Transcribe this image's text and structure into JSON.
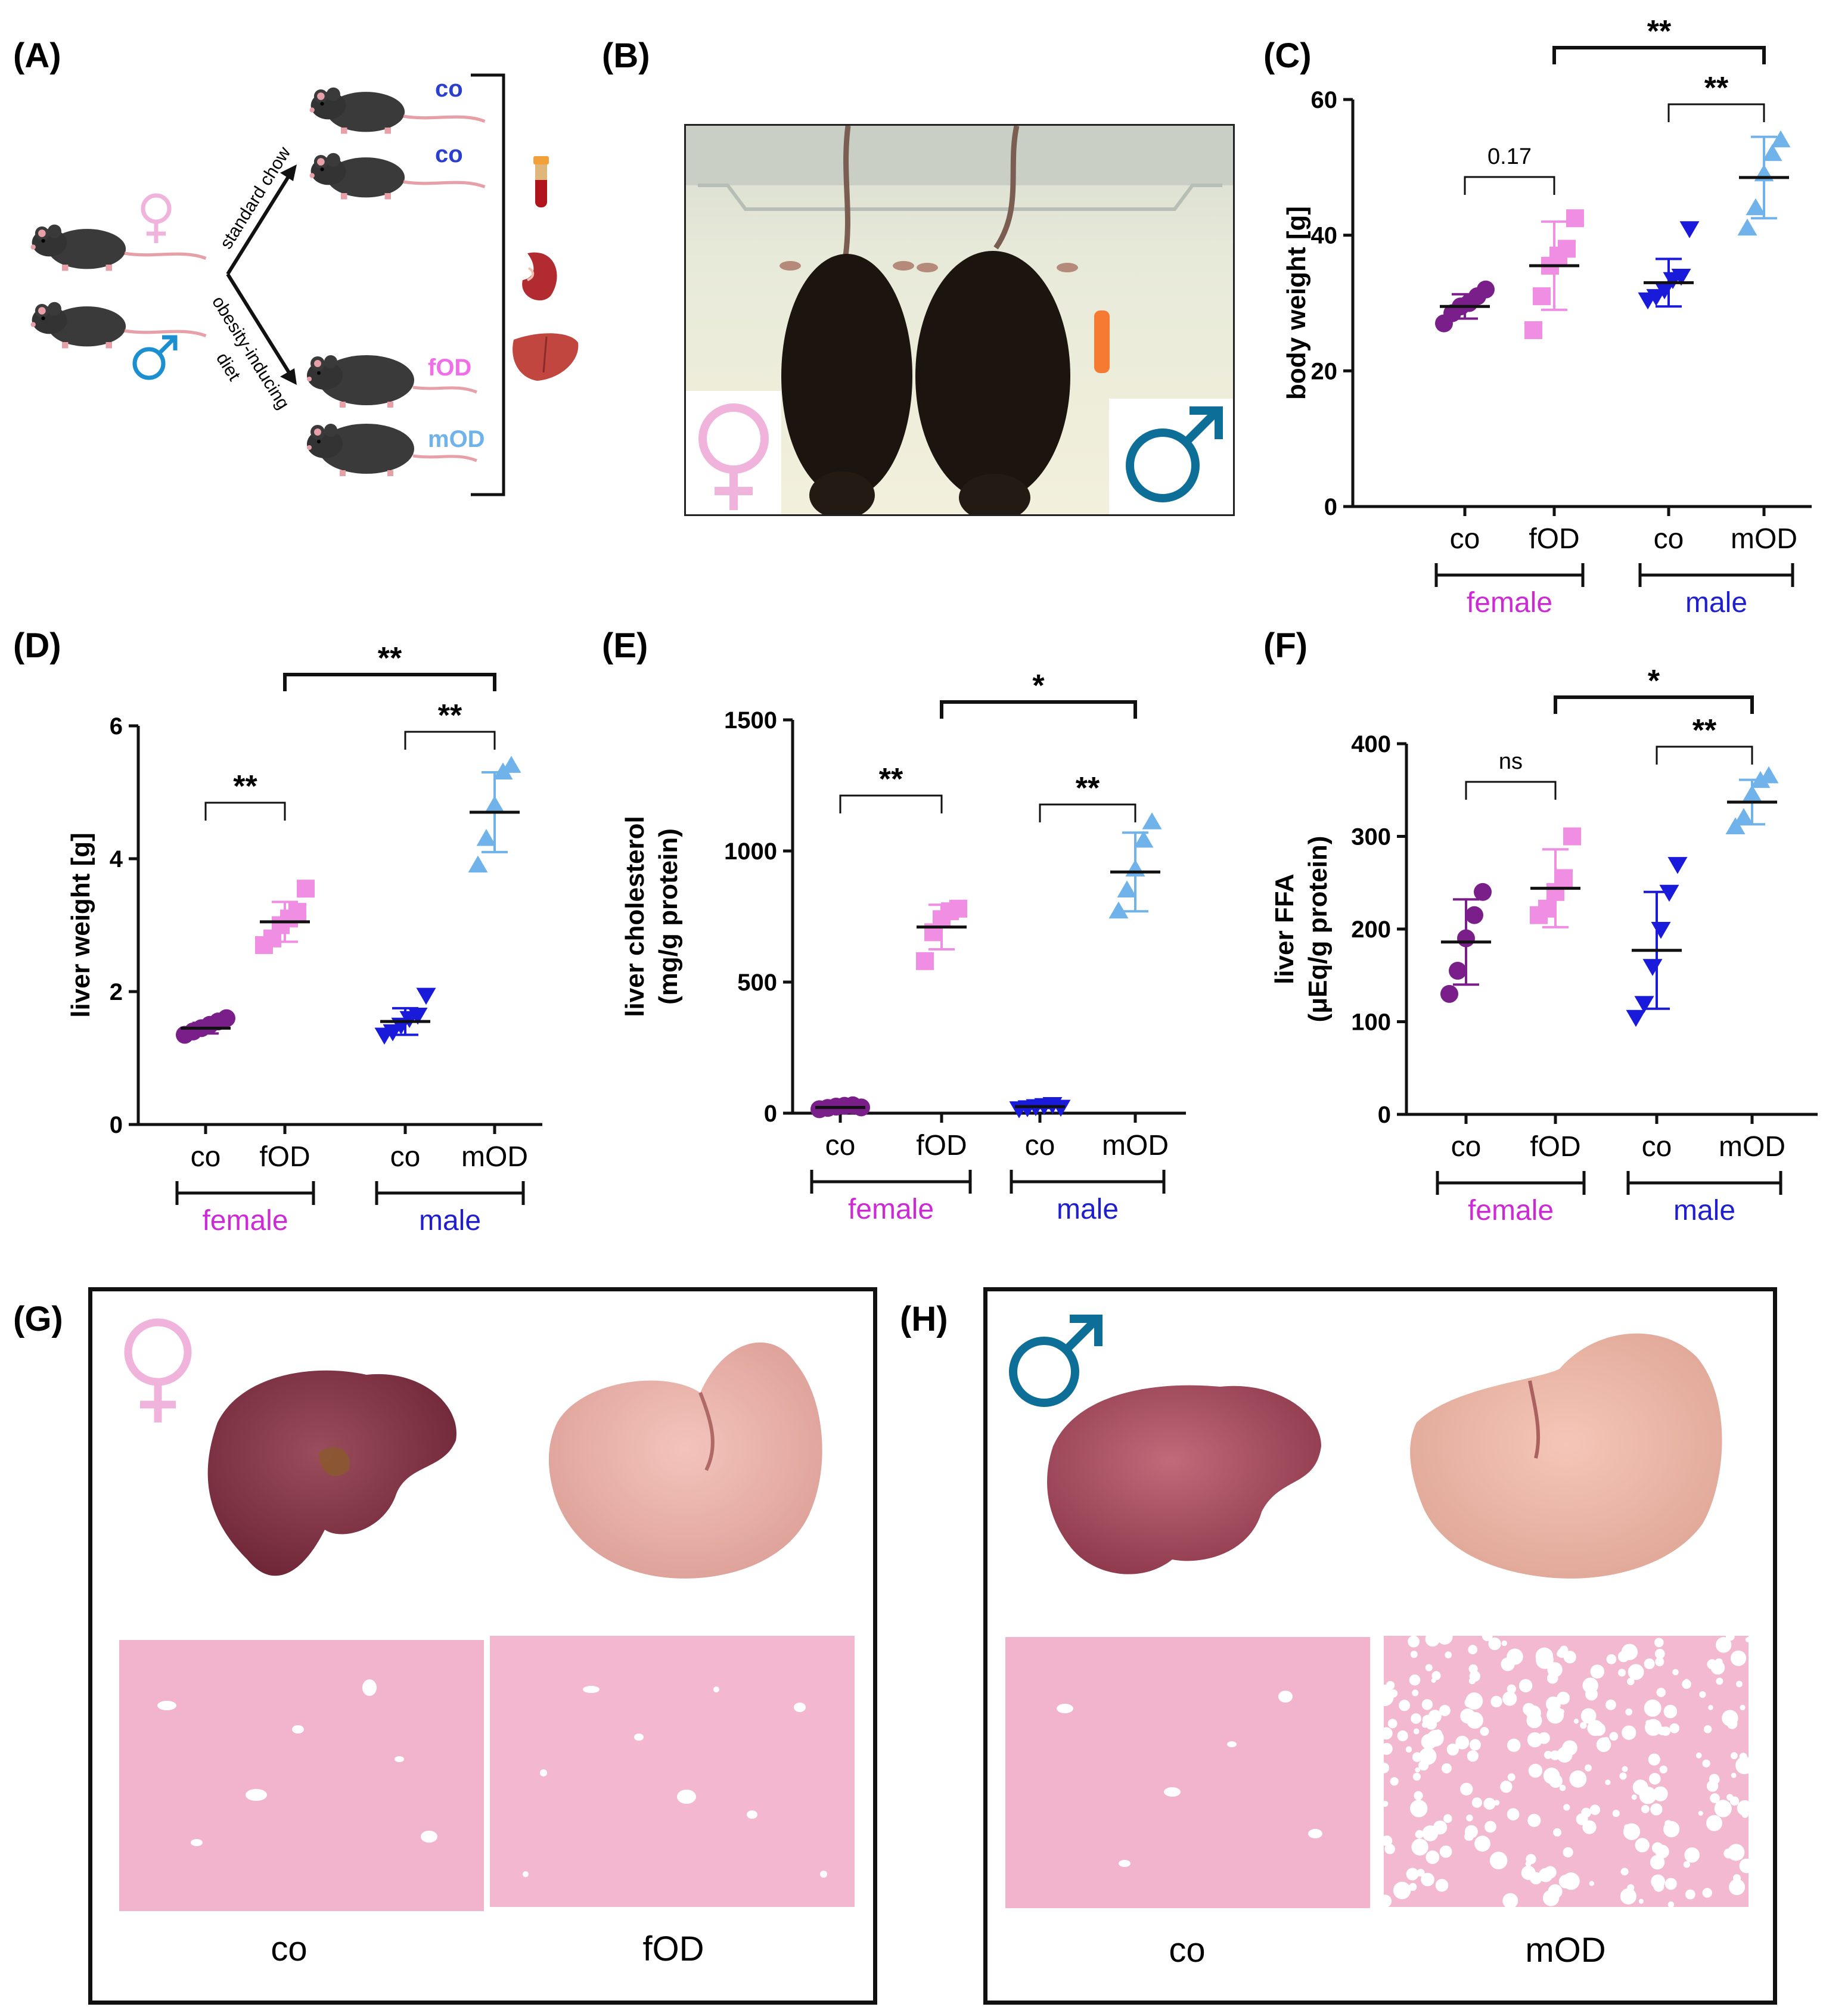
{
  "colors": {
    "female_text": "#cc2ad4",
    "male_text": "#1f1fd0",
    "female_co": "#7a1e8a",
    "female_od": "#f08ee3",
    "male_co": "#1a1adb",
    "male_od": "#6fb3ea",
    "female_symbol": "#f0b3db",
    "male_symbol": "#0d6f98",
    "co_label": "#2a3fd0",
    "fod_label": "#f06fe8",
    "mod_label": "#6fb3ea"
  },
  "panelA": {
    "label": "(A)",
    "arrow_top": "standard chow",
    "arrow_bottom_1": "obesity-inducing",
    "arrow_bottom_2": "diet",
    "groups": [
      "co",
      "co",
      "fOD",
      "mOD"
    ],
    "female_icon": "female-symbol-icon",
    "male_icon": "male-symbol-icon",
    "organ_icons": [
      "blood-tube-icon",
      "kidney-icon",
      "liver-icon"
    ]
  },
  "panelB": {
    "label": "(B)"
  },
  "panelG": {
    "label": "(G)",
    "captions": [
      "co",
      "fOD"
    ]
  },
  "panelH": {
    "label": "(H)",
    "captions": [
      "co",
      "mOD"
    ]
  },
  "chart_data": [
    {
      "panel": "(C)",
      "type": "scatter",
      "ylabel": "body weight [g]",
      "ylim": [
        0,
        60
      ],
      "yticks": [
        0,
        20,
        40,
        60
      ],
      "categories": [
        "co",
        "fOD",
        "co",
        "mOD"
      ],
      "group_labels": [
        "female",
        "male"
      ],
      "series": [
        {
          "group": "female",
          "label": "co",
          "marker": "circle",
          "points": [
            27,
            28.5,
            29.5,
            30,
            31,
            32
          ],
          "mean": 29.5,
          "sd": 1.8
        },
        {
          "group": "female",
          "label": "fOD",
          "marker": "square",
          "points": [
            26,
            31,
            35.5,
            37,
            38,
            42.5
          ],
          "mean": 35.5,
          "sd": 6.5
        },
        {
          "group": "male",
          "label": "co",
          "marker": "triangle-down",
          "points": [
            30.5,
            31,
            32,
            33.5,
            34,
            41
          ],
          "mean": 33,
          "sd": 3.5
        },
        {
          "group": "male",
          "label": "mOD",
          "marker": "triangle-up",
          "points": [
            41,
            44,
            49,
            52,
            54
          ],
          "mean": 48.5,
          "sd": 6
        }
      ],
      "comparisons": [
        {
          "from": 0,
          "to": 1,
          "text": "0.17"
        },
        {
          "from": 2,
          "to": 3,
          "text": "**"
        },
        {
          "from": 1,
          "to": 3,
          "text": "**"
        }
      ]
    },
    {
      "panel": "(D)",
      "type": "scatter",
      "ylabel": "liver weight [g]",
      "ylim": [
        0,
        6
      ],
      "yticks": [
        0,
        2,
        4,
        6
      ],
      "categories": [
        "co",
        "fOD",
        "co",
        "mOD"
      ],
      "group_labels": [
        "female",
        "male"
      ],
      "series": [
        {
          "group": "female",
          "label": "co",
          "marker": "circle",
          "points": [
            1.35,
            1.4,
            1.45,
            1.5,
            1.55,
            1.6
          ],
          "mean": 1.45,
          "sd": 0.08
        },
        {
          "group": "female",
          "label": "fOD",
          "marker": "square",
          "points": [
            2.7,
            2.8,
            3.0,
            3.1,
            3.2,
            3.55
          ],
          "mean": 3.05,
          "sd": 0.3
        },
        {
          "group": "male",
          "label": "co",
          "marker": "triangle-down",
          "points": [
            1.35,
            1.4,
            1.5,
            1.6,
            1.65,
            1.95
          ],
          "mean": 1.55,
          "sd": 0.2
        },
        {
          "group": "male",
          "label": "mOD",
          "marker": "triangle-up",
          "points": [
            3.9,
            4.3,
            4.8,
            5.3,
            5.4
          ],
          "mean": 4.7,
          "sd": 0.6
        }
      ],
      "comparisons": [
        {
          "from": 0,
          "to": 1,
          "text": "**"
        },
        {
          "from": 2,
          "to": 3,
          "text": "**"
        },
        {
          "from": 1,
          "to": 3,
          "text": "**"
        }
      ]
    },
    {
      "panel": "(E)",
      "type": "scatter",
      "ylabel": "liver cholesterol",
      "ylabel2": "(mg/g protein)",
      "ylim": [
        0,
        1500
      ],
      "yticks": [
        0,
        500,
        1000,
        1500
      ],
      "categories": [
        "co",
        "fOD",
        "co",
        "mOD"
      ],
      "group_labels": [
        "female",
        "male"
      ],
      "series": [
        {
          "group": "female",
          "label": "co",
          "marker": "circle",
          "points": [
            15,
            20,
            25,
            28,
            30,
            22
          ],
          "mean": 22,
          "sd": 5
        },
        {
          "group": "female",
          "label": "fOD",
          "marker": "square",
          "points": [
            580,
            690,
            740,
            770,
            780
          ],
          "mean": 710,
          "sd": 85
        },
        {
          "group": "male",
          "label": "co",
          "marker": "triangle-down",
          "points": [
            18,
            22,
            26,
            30,
            34,
            24
          ],
          "mean": 25,
          "sd": 5
        },
        {
          "group": "male",
          "label": "mOD",
          "marker": "triangle-up",
          "points": [
            770,
            850,
            930,
            1040,
            1110
          ],
          "mean": 920,
          "sd": 150
        }
      ],
      "comparisons": [
        {
          "from": 0,
          "to": 1,
          "text": "**"
        },
        {
          "from": 2,
          "to": 3,
          "text": "**"
        },
        {
          "from": 1,
          "to": 3,
          "text": "*"
        }
      ]
    },
    {
      "panel": "(F)",
      "type": "scatter",
      "ylabel": "liver FFA",
      "ylabel2": "(μEq/g protein)",
      "ylim": [
        0,
        400
      ],
      "yticks": [
        0,
        100,
        200,
        300,
        400
      ],
      "categories": [
        "co",
        "fOD",
        "co",
        "mOD"
      ],
      "group_labels": [
        "female",
        "male"
      ],
      "series": [
        {
          "group": "female",
          "label": "co",
          "marker": "circle",
          "points": [
            130,
            155,
            190,
            215,
            240
          ],
          "mean": 186,
          "sd": 46
        },
        {
          "group": "female",
          "label": "fOD",
          "marker": "square",
          "points": [
            215,
            222,
            240,
            255,
            300
          ],
          "mean": 244,
          "sd": 42
        },
        {
          "group": "male",
          "label": "co",
          "marker": "triangle-down",
          "points": [
            105,
            120,
            160,
            200,
            240,
            270
          ],
          "mean": 177,
          "sd": 63
        },
        {
          "group": "male",
          "label": "mOD",
          "marker": "triangle-up",
          "points": [
            310,
            320,
            345,
            360,
            365
          ],
          "mean": 337,
          "sd": 24
        }
      ],
      "comparisons": [
        {
          "from": 0,
          "to": 1,
          "text": "ns"
        },
        {
          "from": 2,
          "to": 3,
          "text": "**"
        },
        {
          "from": 1,
          "to": 3,
          "text": "*"
        }
      ]
    }
  ]
}
